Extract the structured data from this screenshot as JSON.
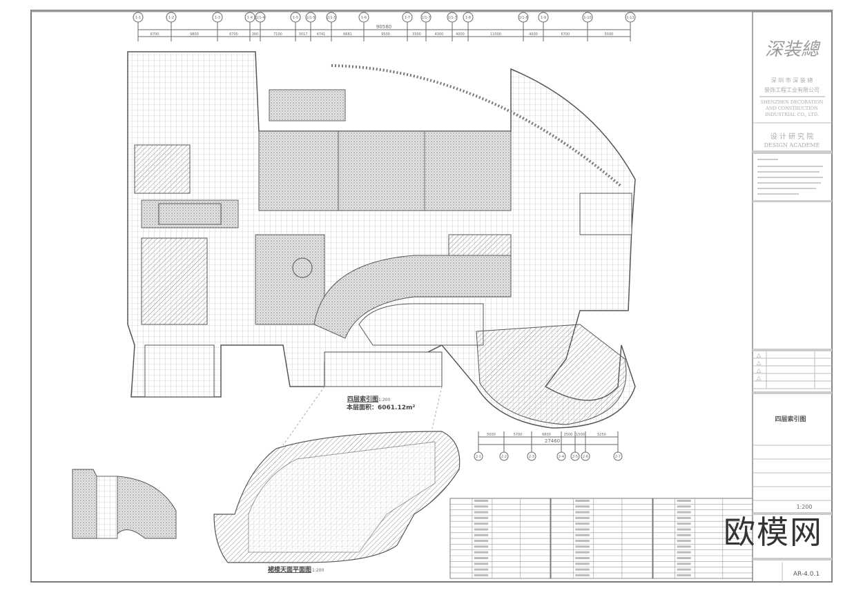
{
  "drawing": {
    "plan_title": "四层索引图",
    "plan_scale": "1:200",
    "floor_area": "本层面积：6061.12m²",
    "roof_plan_title": "裙楼天面平面图",
    "roof_plan_scale": "1:200"
  },
  "top_axes": [
    "1-1",
    "1-2",
    "1-3",
    "1-4",
    "1/1-4",
    "1-5",
    "1/1-5",
    "2/1-5",
    "1-6",
    "1-7",
    "1/1-7",
    "2/1-7",
    "1-8",
    "1/1-8",
    "1-9",
    "1-10",
    "1-11"
  ],
  "top_dims": [
    "6700",
    "9800",
    "6700",
    "300",
    "7100",
    "3017",
    "4741",
    "6681",
    "9500",
    "3300",
    "4300",
    "4000",
    "11000",
    "4000",
    "6700",
    "5500"
  ],
  "top_total": "90580",
  "bottom_axes": [
    "2-1",
    "2-2",
    "2-3",
    "2-4",
    "2-5",
    "2-6",
    "2-7"
  ],
  "bottom_dims": [
    "5000",
    "5700",
    "6800",
    "2500",
    "1500",
    "5250"
  ],
  "bottom_total": "27460",
  "title_block": {
    "logo": "深装總",
    "company_cn_1": "深 圳 市 深 装 總",
    "company_cn_2": "装饰工程工业有限公司",
    "company_en_1": "SHENZHEN DECORATION",
    "company_en_2": "AND CONSTRUCTION",
    "company_en_3": "INDUSTRIAL CO., LTD.",
    "institute_cn": "设 计 研 究 院",
    "institute_en": "DESIGN ACADEME",
    "drawing_name": "四层索引图",
    "scale": "1:200",
    "drawing_no": "AR-4.0.1"
  },
  "watermark": "欧模网"
}
